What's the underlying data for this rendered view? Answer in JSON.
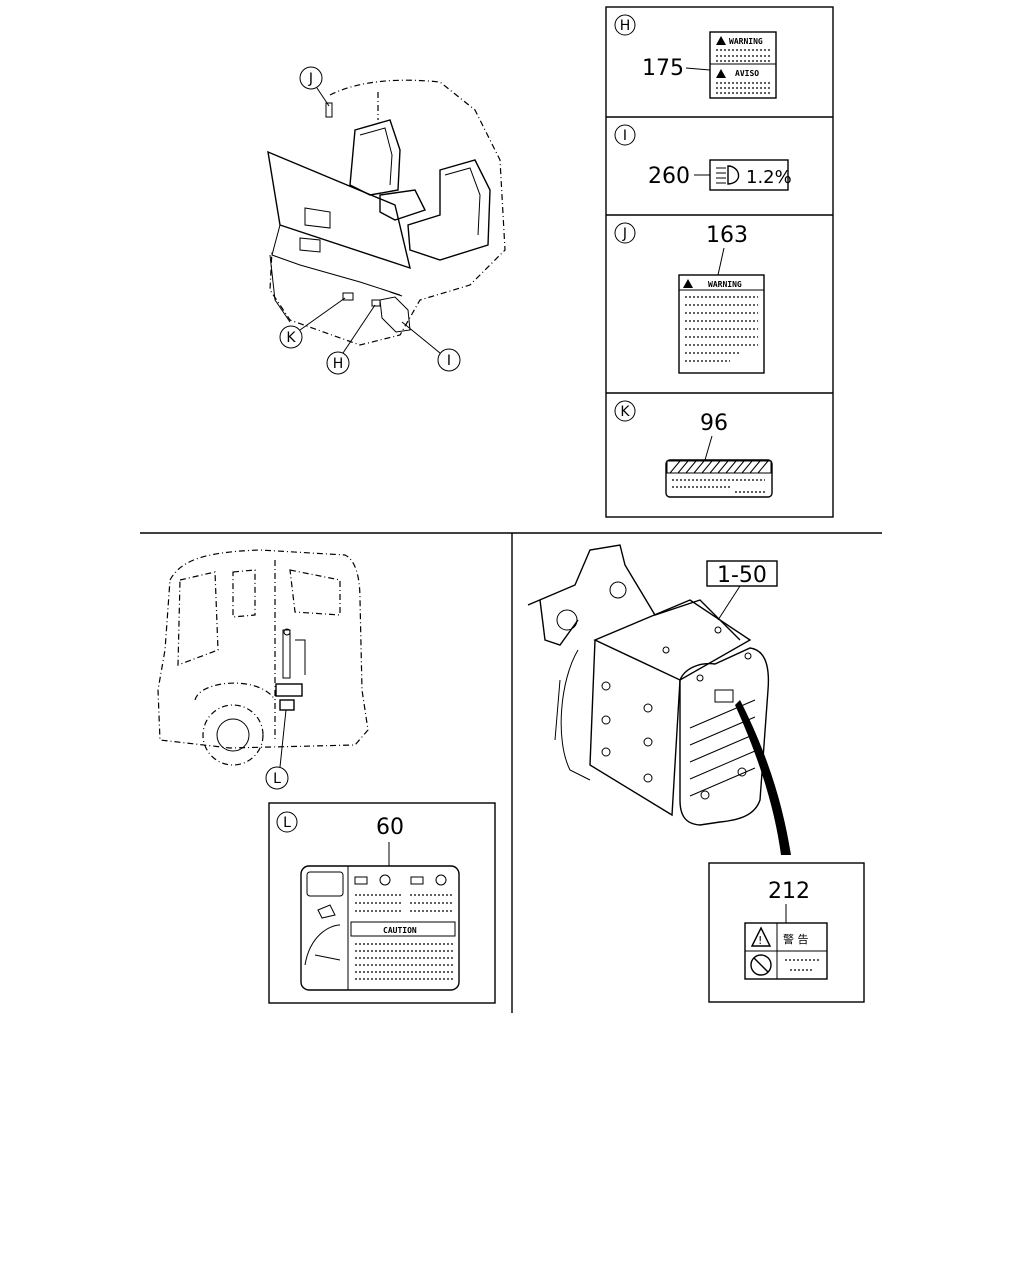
{
  "callouts": {
    "H": {
      "letter": "H",
      "number": "175",
      "label_top": "WARNING",
      "label_bottom": "AVISO"
    },
    "I": {
      "letter": "I",
      "number": "260",
      "label_text": "1.2%"
    },
    "J": {
      "letter": "J",
      "number": "163",
      "label_top": "WARNING"
    },
    "K": {
      "letter": "K",
      "number": "96"
    },
    "L": {
      "letter": "L",
      "number": "60",
      "label_text": "CAUTION"
    },
    "M": {
      "number": "212",
      "label_text": "警 告"
    }
  },
  "part_ref": "1-50",
  "overview_markers": [
    "J",
    "K",
    "H",
    "I"
  ],
  "truck_marker": "L"
}
